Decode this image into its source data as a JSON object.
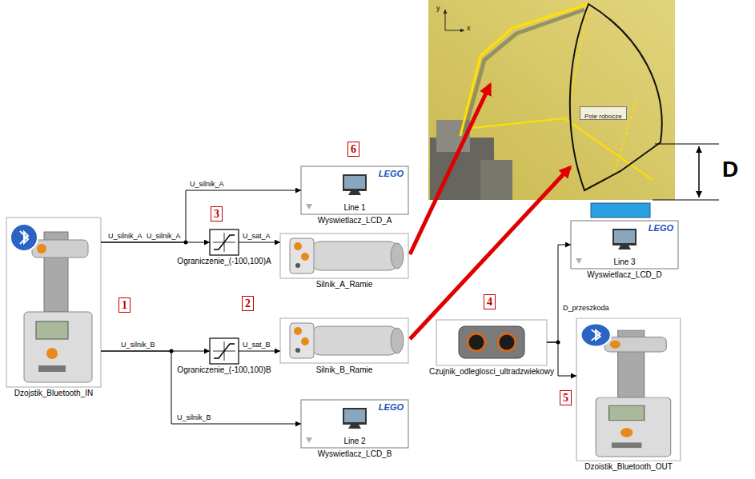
{
  "diagram": {
    "nodes": [
      {
        "text": [
          "Dzojstik_Bluetooth_IN"
        ]
      },
      {
        "text": [
          "LEGO",
          "Line 1",
          "Wyswietlacz_LCD_A"
        ]
      },
      {
        "text": [
          "Ograniczenie_(-100,100)A"
        ]
      },
      {
        "text": [
          "Silnik_A_Ramie"
        ]
      },
      {
        "text": [
          "Ograniczenie_(-100,100)B"
        ]
      },
      {
        "text": [
          "Silnik_B_Ramie"
        ]
      },
      {
        "text": [
          "LEGO",
          "Line 2",
          "Wyswietlacz_LCD_B"
        ]
      },
      {
        "text": [
          "Czujnik_odleglosci_ultradzwiekowy"
        ]
      },
      {
        "text": [
          "LEGO",
          "Line 3",
          "Wyswietlacz_LCD_D"
        ]
      },
      {
        "text": [
          "Dzoistik_Bluetooth_OUT"
        ]
      },
      {
        "text": [
          "Pole robocze"
        ]
      }
    ],
    "edges": [
      {
        "from": 0,
        "to": 1,
        "arrow": "to",
        "label": "U_silnik_A"
      },
      {
        "from": 0,
        "to": 2,
        "arrow": "to",
        "label": "U_silnik_A"
      },
      {
        "from": 2,
        "to": 3,
        "arrow": "to",
        "label": "U_sat_A"
      },
      {
        "from": 0,
        "to": 4,
        "arrow": "to",
        "label": "U_silnik_B"
      },
      {
        "from": 4,
        "to": 5,
        "arrow": "to",
        "label": "U_sat_B"
      },
      {
        "from": 0,
        "to": 6,
        "arrow": "to",
        "label": "U_silnik_B"
      },
      {
        "from": 7,
        "to": 8,
        "arrow": "to",
        "label": "D_przeszkoda"
      },
      {
        "from": 7,
        "to": 9,
        "arrow": "to"
      }
    ],
    "labels": [
      "6",
      "1",
      "3",
      "2",
      "4",
      "5",
      "U_silnik_A",
      "y",
      "x",
      "D"
    ]
  }
}
